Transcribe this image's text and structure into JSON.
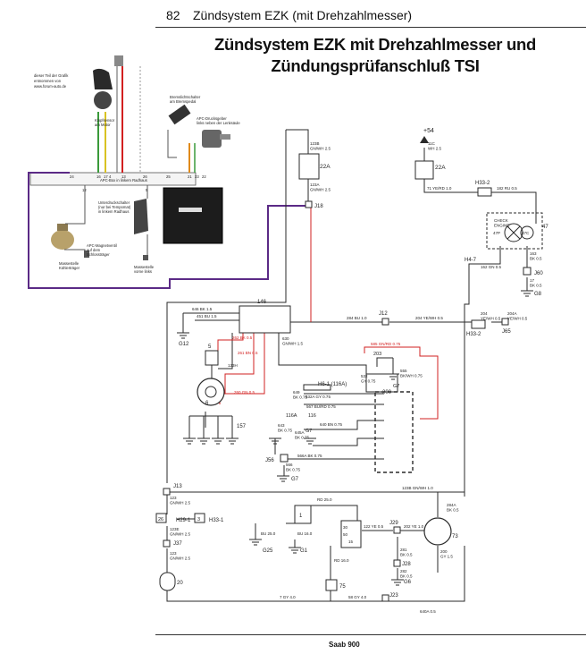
{
  "header": {
    "page_number": "82",
    "section": "Zündsystem EZK (mit Drehzahlmesser)"
  },
  "title": {
    "line1": "Zündsystem EZK mit Drehzahlmesser und",
    "line2": "Zündungsprüfanschluß TSI"
  },
  "inset": {
    "note": [
      "dieser Teil der Grafik",
      "entnommen von",
      "www.forum-auto.de"
    ],
    "knock_sensor": [
      "Klopfsensor",
      "am Motor"
    ],
    "brake_switch": [
      "Bremslichtschalter",
      "am Bremspedal"
    ],
    "apc_sensor": [
      "APC-Drucksgeber",
      "links neben der Lenksäule"
    ],
    "apc_box": "APC-Box in linkem Radhaus",
    "vacuum_switch": [
      "Unterdruckschalter",
      "(nur bei Tempomat)",
      "in linkem Radhaus"
    ],
    "solenoid": [
      "APC-Magnetventil",
      "auf dem",
      "Schlossträger"
    ],
    "ground_left": [
      "Massestelle",
      "Kühlerträger"
    ],
    "ground_right": [
      "Massestelle",
      "vorne links"
    ],
    "pins_top": [
      "24",
      "16",
      "17",
      "4",
      "13",
      "26",
      "25",
      "21",
      "23",
      "22"
    ],
    "pins_bottom": [
      "12",
      "5"
    ]
  },
  "labels": {
    "plus54": "+54",
    "w_11c": [
      "11C",
      "WH 2.5"
    ],
    "w_123b": [
      "123B",
      "GN/WH 2.5"
    ],
    "w_123a": [
      "123A",
      "GN/WH 2.5"
    ],
    "j22a_1": "22A",
    "j22a_2": "22A",
    "j18": "J18",
    "w_71": "71 YE/RD 1.0",
    "h33_2a": "H33-2",
    "w_182": "182 RU 0.5",
    "check_engine": [
      "CHECK",
      "ENGINE"
    ],
    "n47": "47",
    "p47": "47P",
    "p47b": "47C",
    "h4_7": "H4-7",
    "w_162a": "162 GN 0.5",
    "w_163": [
      "163",
      "BK 0.5"
    ],
    "j60": "J60",
    "w_17": [
      "17",
      "BK 0.5"
    ],
    "g8": "G8",
    "w_646": "646  BK 1.5",
    "w_451": "451  BU 1.5",
    "c146": "146",
    "g12": "G12",
    "w_630": [
      "630",
      "GN/WH 1.5"
    ],
    "w_284": "284  BU 1.0",
    "j12": "J12",
    "w_204": "204  YE/WH 0.5",
    "n204": [
      "204",
      "YE/WH 0.5"
    ],
    "n204a": [
      "204A",
      "YE/WH 0.5"
    ],
    "h33_2b": "H33-2",
    "j65": "J65",
    "red_262": "262 BK 0.5",
    "red_261": "261 BN 0.5",
    "red_260": "260 GN 0.5",
    "red_585": "585 GN/RD 0.75",
    "c203": "203",
    "w_555": [
      "555",
      "BK/WH 0.75"
    ],
    "g7a": "G7",
    "w_532": [
      "532",
      "GY 0.75"
    ],
    "h6_1": "H6-1 (116A)",
    "w_532a": "532A  GY 0.75",
    "w_567": "567  BU/RD 0.75",
    "c200": "200",
    "w_649": [
      "649",
      "BK 0.75"
    ],
    "n116a": "116A",
    "n116": "116",
    "g7b": "G7",
    "w_640": "640  BN 0.75",
    "w_643": [
      "643",
      "BK 0.75"
    ],
    "w_645a": [
      "645A",
      "BK 0.75"
    ],
    "w_566a": "566A  BK 0.75",
    "j56": "J56",
    "w_566": [
      "566",
      "BK 0.75"
    ],
    "g7c": "G7",
    "coil5": "5",
    "w_123h": "123H",
    "w_6": "6",
    "c157": "157",
    "j13": "J13",
    "w_123b_b": "123B  GN/WH 1.0",
    "w_284a": [
      "284A",
      "BK 0.5"
    ],
    "w_123_left": [
      "123",
      "GN/WH 2.5"
    ],
    "h29_1": "H29-1",
    "h33_1": "H33-1",
    "c26": "26",
    "c3": "3",
    "w_123e": [
      "123E",
      "GN/WH 2.5"
    ],
    "j37": "J37",
    "w_123_2": [
      "123",
      "GN/WH 2.5"
    ],
    "c20": "20",
    "c1": "1",
    "w_rd25": "RD 25.0",
    "w_bu25": "BU 25.0",
    "w_bu16": "BU 16.0",
    "g25": "G25",
    "g1": "G1",
    "c30": "30",
    "c50": "50",
    "c15": "15",
    "w_122": "122  YE 0.5",
    "j29": "J29",
    "w_202": "202  YE 1.0",
    "w_281": [
      "281",
      "BK 0.5"
    ],
    "j28": "J28",
    "w_282": [
      "282",
      "BK 0.5"
    ],
    "g6": "G6",
    "w_200": [
      "200",
      "GY 1.5"
    ],
    "c73": "73",
    "w_rd16": "RD 16.0",
    "c75": "75",
    "w_7": "7  GY 4.0",
    "w_58": "58  GY 4.0",
    "j23": "J23",
    "w_640bot": "640A  0.5"
  },
  "footer": {
    "text": "Saab 900"
  },
  "colors": {
    "wire": "#2a2a2a",
    "red_wire": "#d22020",
    "purple": "#5b2a86",
    "green": "#3a9a3a",
    "orange": "#e08a1a",
    "yellow": "#d9c222"
  }
}
